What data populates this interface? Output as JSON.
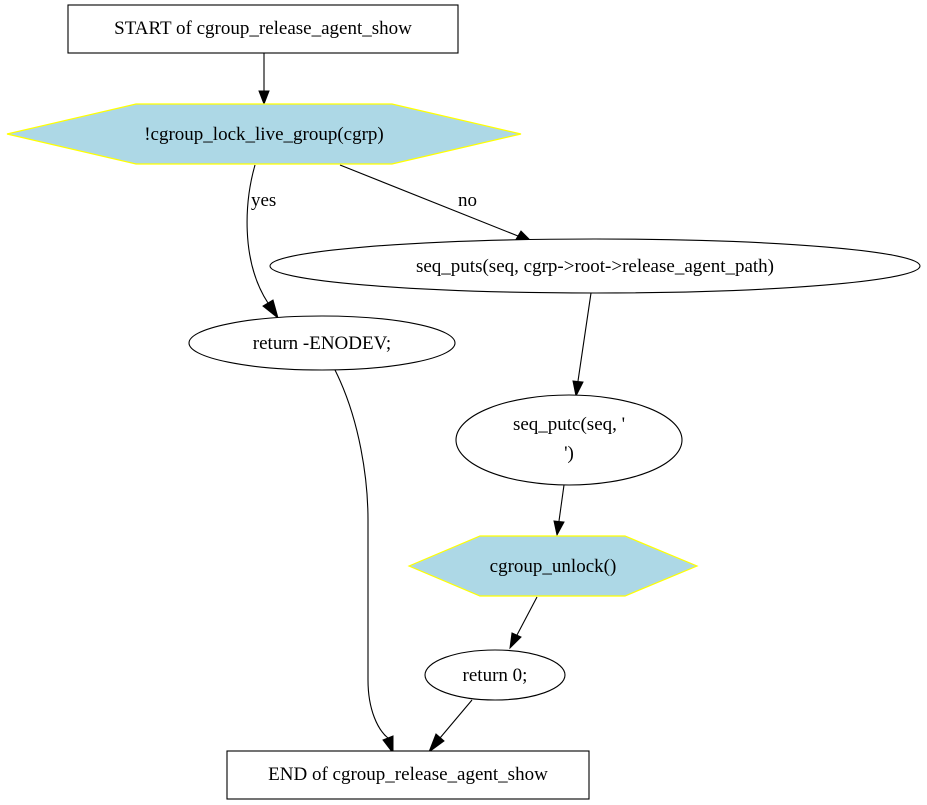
{
  "nodes": {
    "start": "START of cgroup_release_agent_show",
    "lock_check": "!cgroup_lock_live_group(cgrp)",
    "seq_puts": "seq_puts(seq, cgrp->root->release_agent_path)",
    "return_enodev": "return -ENODEV;",
    "seq_putc_line1": "seq_putc(seq, '",
    "seq_putc_line2": "')",
    "unlock": "cgroup_unlock()",
    "return_zero": "return 0;",
    "end": "END of cgroup_release_agent_show"
  },
  "edges": {
    "yes_label": "yes",
    "no_label": "no"
  },
  "colors": {
    "decision_fill": "#add8e6",
    "decision_stroke": "#ffff00",
    "line": "#000000"
  }
}
